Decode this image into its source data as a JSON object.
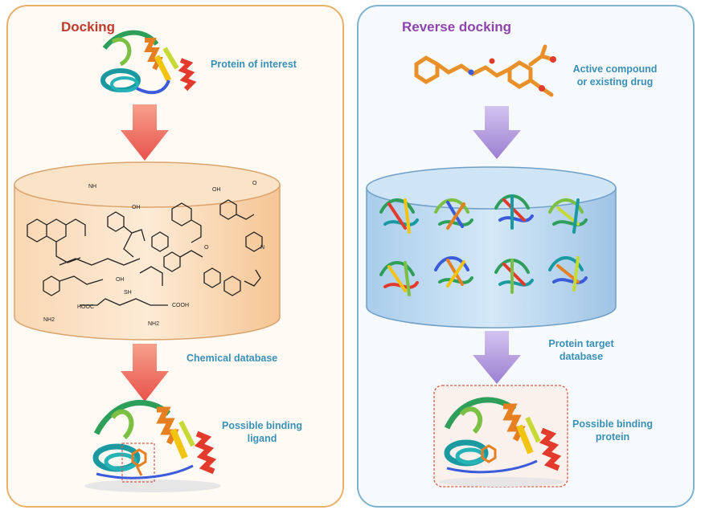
{
  "docking": {
    "title": "Docking",
    "protein_label": "Protein of interest",
    "database_label": "Chemical database",
    "result_label_1": "Possible binding",
    "result_label_2": "ligand",
    "chem_labels": [
      "NH",
      "OH",
      "NH2",
      "OH",
      "COOH",
      "HOOC",
      "SH",
      "NH2",
      "O",
      "N",
      "O",
      "OH"
    ]
  },
  "reverse_docking": {
    "title": "Reverse docking",
    "compound_label_1": "Active compound",
    "compound_label_2": "or existing drug",
    "database_label_1": "Protein target",
    "database_label_2": "database",
    "result_label_1": "Possible binding",
    "result_label_2": "protein"
  },
  "colors": {
    "left_border": "#e9b06a",
    "right_border": "#7eb2cf",
    "docking_title": "#c0392b",
    "reverse_title": "#8e44ad",
    "label_text": "#3a8fb7",
    "red_arrow": "#e8524a",
    "purple_arrow": "#9b7fd1"
  }
}
